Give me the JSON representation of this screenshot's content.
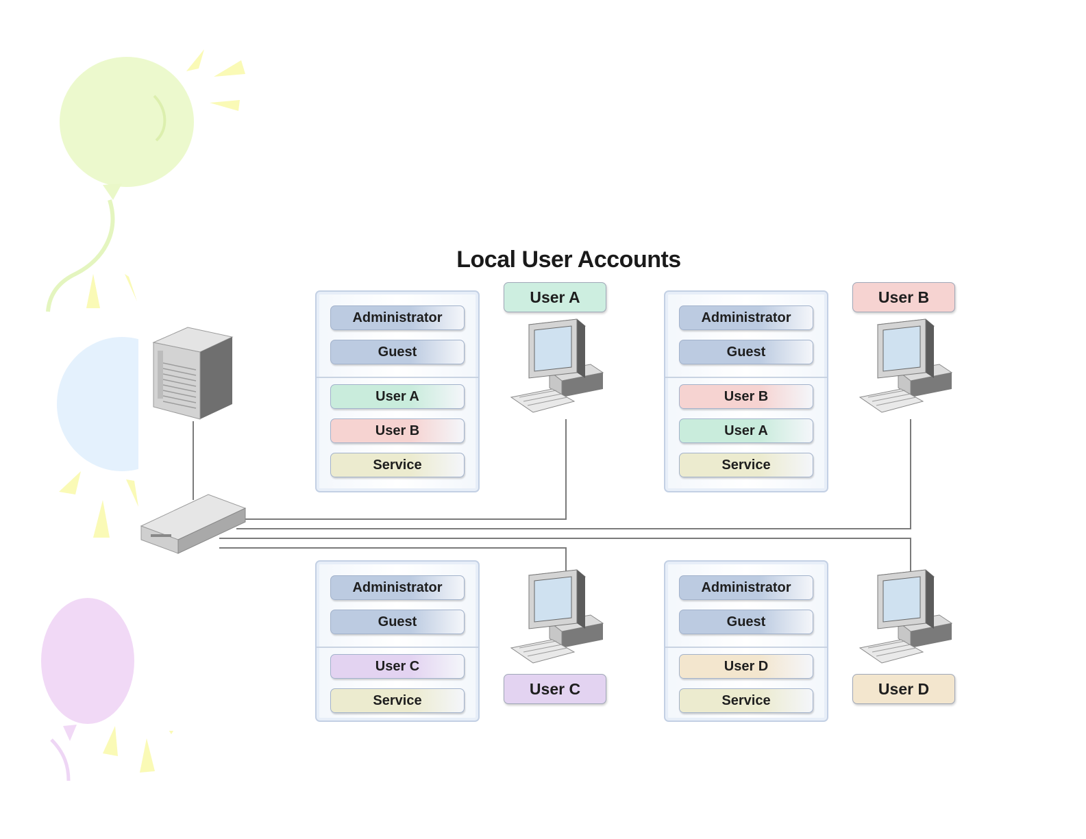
{
  "title": "Local User Accounts",
  "computers": [
    {
      "id": "a",
      "tag": "User A",
      "tag_color": "#cdeee0",
      "accounts": {
        "builtin": [
          "Administrator",
          "Guest"
        ],
        "local": [
          {
            "label": "User A",
            "color": "#c9ecdc"
          },
          {
            "label": "User B",
            "color": "#f6d3d1"
          },
          {
            "label": "Service",
            "color": "#ecebcf"
          }
        ]
      }
    },
    {
      "id": "b",
      "tag": "User B",
      "tag_color": "#f6d3d1",
      "accounts": {
        "builtin": [
          "Administrator",
          "Guest"
        ],
        "local": [
          {
            "label": "User B",
            "color": "#f6d3d1"
          },
          {
            "label": "User A",
            "color": "#c9ecdc"
          },
          {
            "label": "Service",
            "color": "#ecebcf"
          }
        ]
      }
    },
    {
      "id": "c",
      "tag": "User C",
      "tag_color": "#e3d3f1",
      "accounts": {
        "builtin": [
          "Administrator",
          "Guest"
        ],
        "local": [
          {
            "label": "User C",
            "color": "#e3d3f1"
          },
          {
            "label": "Service",
            "color": "#ecebcf"
          }
        ]
      }
    },
    {
      "id": "d",
      "tag": "User D",
      "tag_color": "#f3e6ce",
      "accounts": {
        "builtin": [
          "Administrator",
          "Guest"
        ],
        "local": [
          {
            "label": "User D",
            "color": "#f3e6ce"
          },
          {
            "label": "Service",
            "color": "#ecebcf"
          }
        ]
      }
    }
  ],
  "builtin_color": "#bccbe1",
  "icons": [
    "server-icon",
    "network-switch-icon",
    "desktop-computer-icon"
  ]
}
